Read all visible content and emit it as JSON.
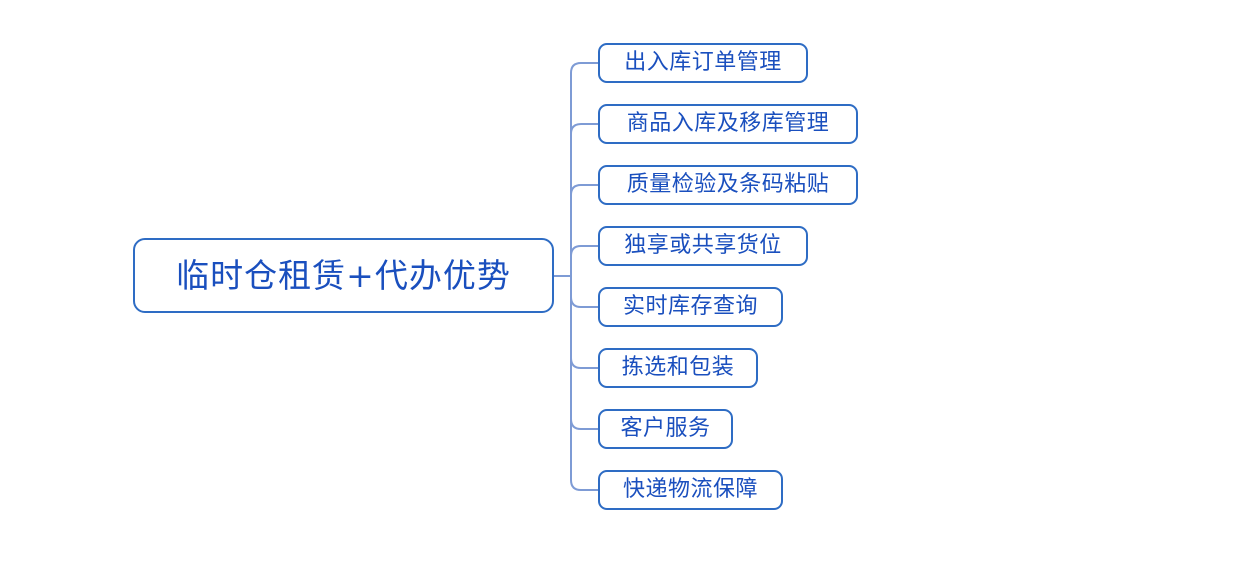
{
  "diagram": {
    "root_label": "临时仓租赁+代办优势",
    "branches": [
      {
        "label": "出入库订单管理"
      },
      {
        "label": "商品入库及移库管理"
      },
      {
        "label": "质量检验及条码粘贴"
      },
      {
        "label": "独享或共享货位"
      },
      {
        "label": "实时库存查询"
      },
      {
        "label": "拣选和包装"
      },
      {
        "label": "客户服务"
      },
      {
        "label": "快递物流保障"
      }
    ],
    "colors": {
      "node_border": "#2E6CC4",
      "node_text": "#1A4FBE",
      "connector": "#7E9BD5",
      "background": "#FFFFFF"
    }
  }
}
